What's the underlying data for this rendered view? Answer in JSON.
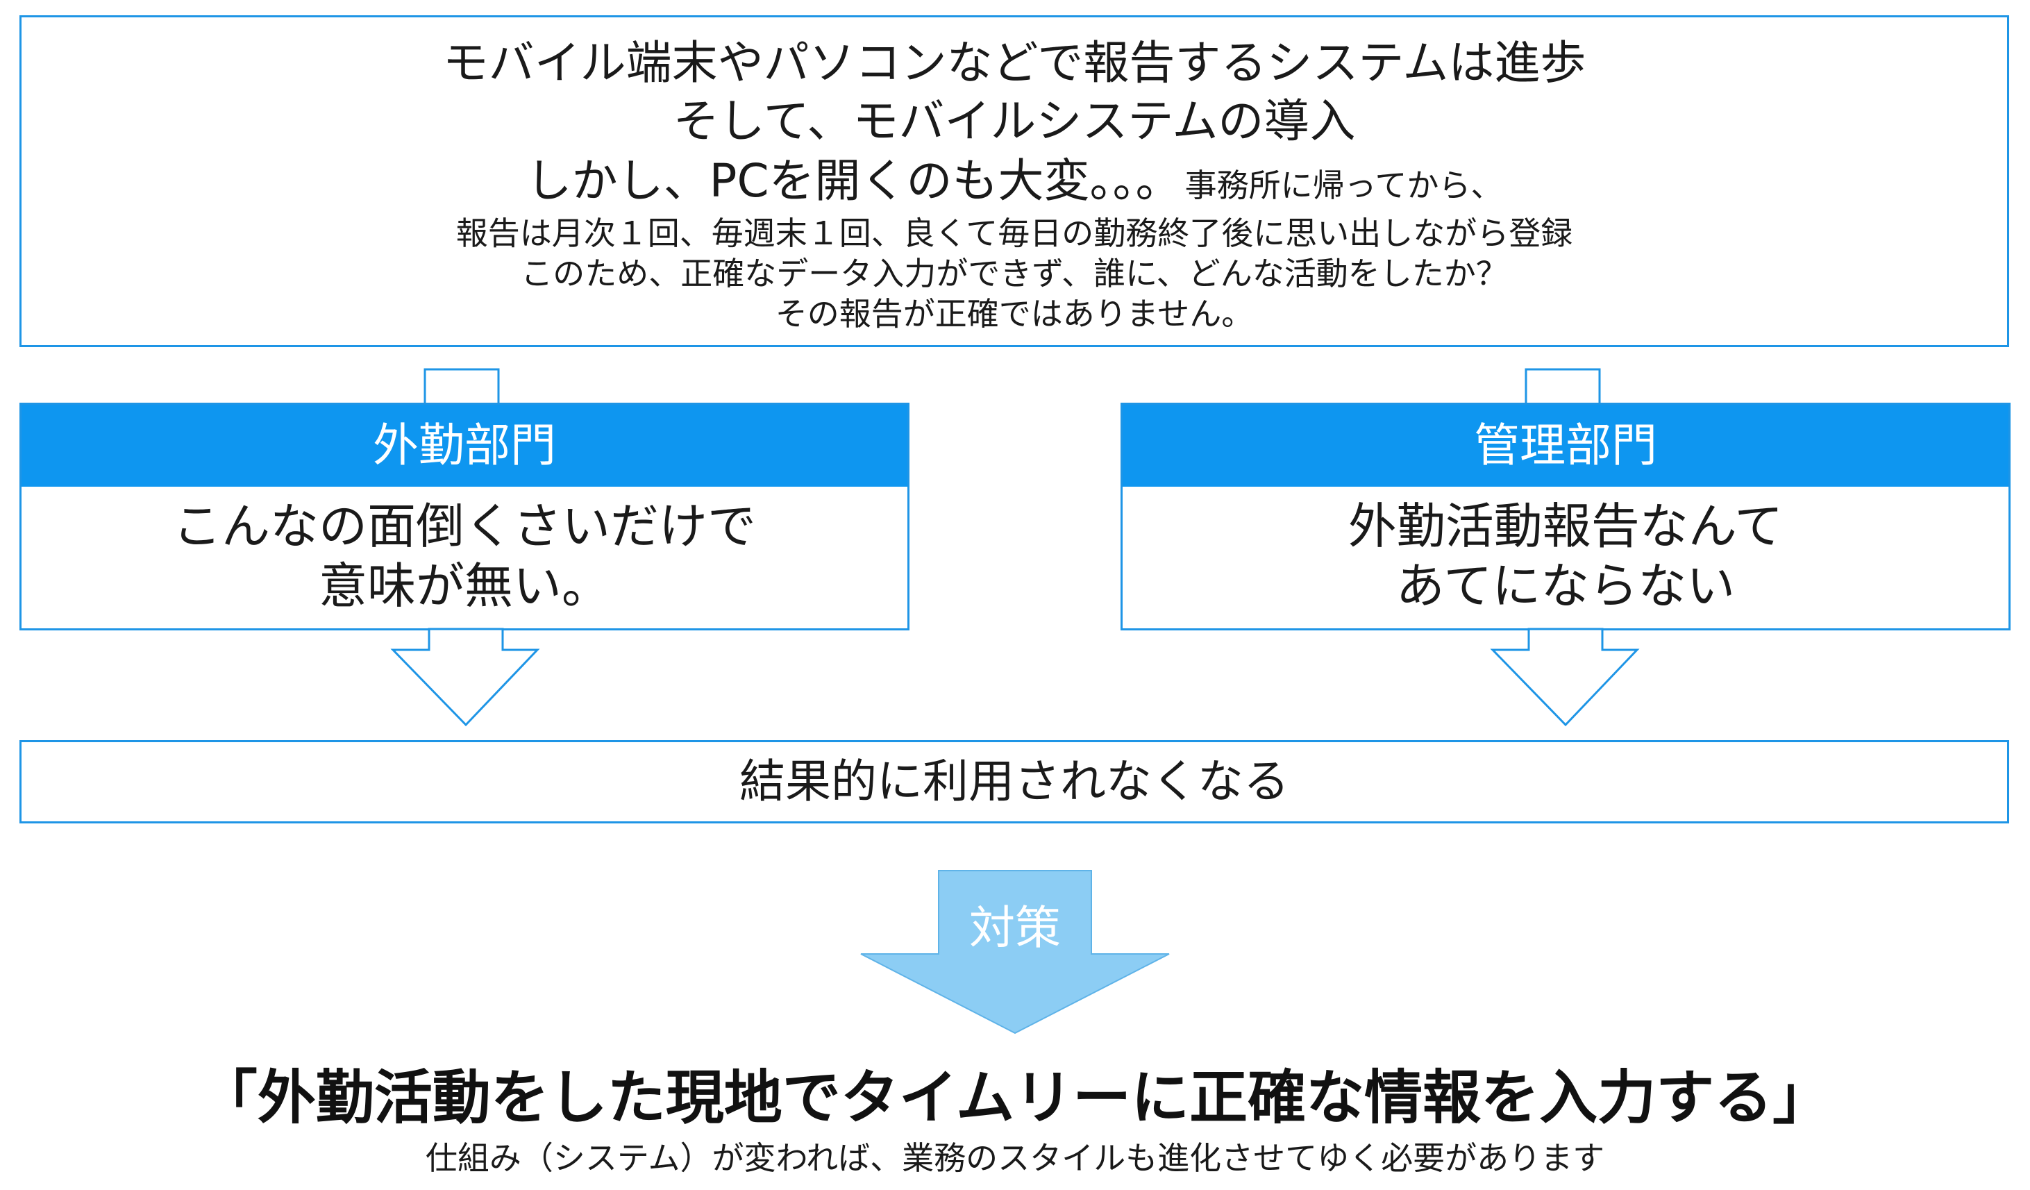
{
  "top_box": {
    "line1": "モバイル端末やパソコンなどで報告するシステムは進歩",
    "line2": "そして、モバイルシステムの導入",
    "line3_main": "しかし、PCを開くのも大変。。。",
    "line3_small": "事務所に帰ってから、",
    "line4": "報告は月次１回、毎週末１回、良くて毎日の勤務終了後に思い出しながら登録",
    "line5": "このため、正確なデータ入力ができず、誰に、どんな活動をしたか？",
    "line6": "その報告が正確ではありません。"
  },
  "left_panel": {
    "header": "外勤部門",
    "line1": "こんなの面倒くさいだけで",
    "line2": "意味が無い。"
  },
  "right_panel": {
    "header": "管理部門",
    "line1": "外勤活動報告なんて",
    "line2": "あてにならない"
  },
  "result_box": {
    "text": "結果的に利用されなくなる"
  },
  "measure_arrow": {
    "label": "対策",
    "fill_color": "#8ccdf4"
  },
  "conclusion": {
    "headline": "「外勤活動をした現地でタイムリーに正確な情報を入力する」",
    "subline": "仕組み（システム）が変われば、業務のスタイルも進化させてゆく必要があります"
  },
  "colors": {
    "border": "#1e95e6",
    "header_fill": "#0e96f0",
    "text": "#1a1a1a"
  }
}
